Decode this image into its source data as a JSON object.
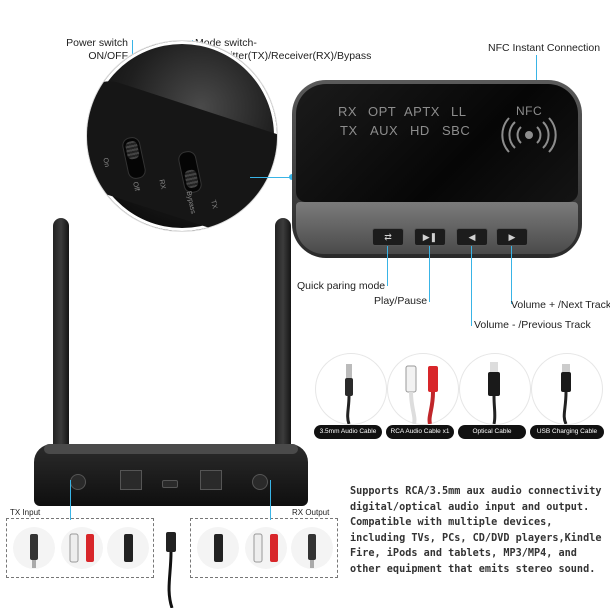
{
  "callouts": {
    "power_switch_line1": "Power switch",
    "power_switch_line2": "ON/OFF",
    "mode_switch_line1": "Mode switch-",
    "mode_switch_line2": "Transmitter(TX)/Receiver(RX)/Bypass",
    "nfc": "NFC Instant Connection",
    "quick_pairing": "Quick paring mode",
    "play_pause": "Play/Pause",
    "volume_up": "Volume + /Next Track",
    "volume_down": "Volume - /Previous Track"
  },
  "zoom_labels": {
    "on": "On",
    "off": "Off",
    "rx": "RX",
    "bypass": "Bypass",
    "tx": "TX"
  },
  "display": {
    "row1": [
      "RX",
      "OPT",
      "APTX",
      "LL"
    ],
    "row2": [
      "TX",
      "AUX",
      "HD",
      "SBC"
    ],
    "nfc_label": "NFC"
  },
  "cables": [
    {
      "label": "3.5mm Audio Cable"
    },
    {
      "label": "RCA Audio Cable x1"
    },
    {
      "label": "Optical Cable"
    },
    {
      "label": "USB Charging Cable"
    }
  ],
  "io": {
    "tx_input": "TX Input",
    "rx_output": "RX Output"
  },
  "description": "Supports RCA/3.5mm aux audio connectivity digital/optical audio input and output. Compatible with multiple devices, including TVs, PCs, CD/DVD players,Kindle Fire, iPods and tablets, MP3/MP4, and other equipment that emits stereo sound.",
  "colors": {
    "accent": "#39b4e6",
    "device": "#1a1a1a",
    "rca_red": "#d8262a",
    "rca_white": "#f2f2f2"
  }
}
